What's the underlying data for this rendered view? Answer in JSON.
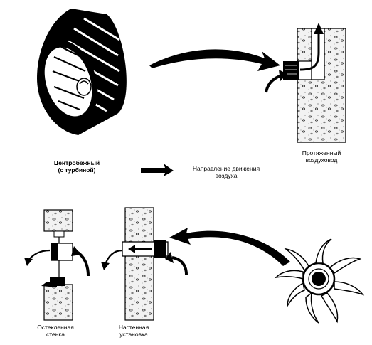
{
  "labels": {
    "centrifugal_line1": "Центробежный",
    "centrifugal_line2": "(с турбиной)",
    "direction_line1": "Направление движения",
    "direction_line2": "воздуха",
    "duct_line1": "Протяженный",
    "duct_line2": "воздуховод",
    "glazed_line1": "Остекленная",
    "glazed_line2": "стенка",
    "wall_line1": "Настенная",
    "wall_line2": "установка"
  },
  "colors": {
    "ink": "#000000",
    "paper": "#ffffff",
    "wall_fill": "#f2f2f2"
  }
}
